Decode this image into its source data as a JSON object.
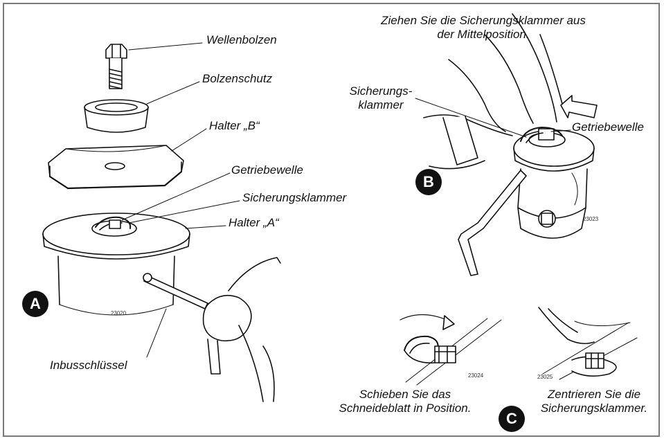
{
  "labels": {
    "wellenbolzen": "Wellenbolzen",
    "bolzenschutz": "Bolzenschutz",
    "halter_b": "Halter „B“",
    "getriebewelle_a": "Getriebewelle",
    "sicherungsklammer_a": "Sicherungsklammer",
    "halter_a": "Halter „A“",
    "inbusschluessel": "Inbusschlüssel",
    "ziehen_line1": "Ziehen Sie die Sicherungsklammer aus",
    "ziehen_line2": "der Mittelposition.",
    "sicherungs_line1": "Sicherungs-",
    "sicherungs_line2": "klammer",
    "getriebewelle_b": "Getriebewelle",
    "schieben_line1": "Schieben Sie das",
    "schieben_line2": "Schneideblatt in Position.",
    "zentrieren_line1": "Zentrieren Sie die",
    "zentrieren_line2": "Sicherungsklammer."
  },
  "badges": {
    "a": "A",
    "b": "B",
    "c": "C"
  },
  "figure_codes": {
    "a": "23020",
    "b": "23023",
    "c1": "23024",
    "c2": "23025"
  }
}
